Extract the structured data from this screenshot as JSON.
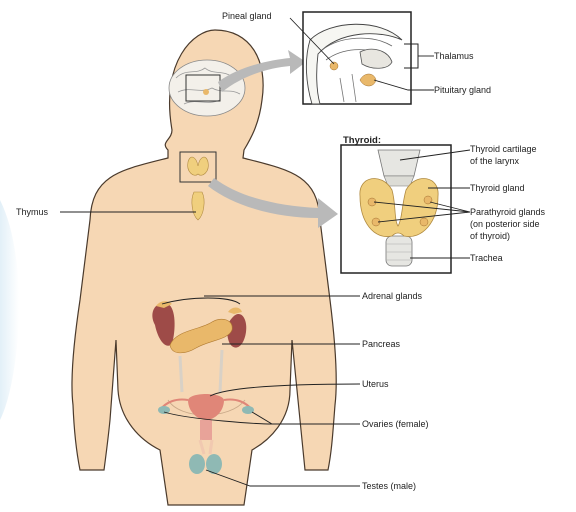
{
  "labels": {
    "pineal": "Pineal gland",
    "thalamus": "Thalamus",
    "pituitary": "Pituitary gland",
    "thyroid_heading": "Thyroid:",
    "thyroid_cartilage_1": "Thyroid cartilage",
    "thyroid_cartilage_2": "of the larynx",
    "thyroid_gland": "Thyroid gland",
    "parathyroid_1": "Parathyroid glands",
    "parathyroid_2": "(on posterior side",
    "parathyroid_3": "of thyroid)",
    "trachea": "Trachea",
    "thymus": "Thymus",
    "adrenal": "Adrenal glands",
    "pancreas": "Pancreas",
    "uterus": "Uterus",
    "ovaries": "Ovaries (female)",
    "testes": "Testes (male)"
  },
  "colors": {
    "skin": "#f6d7b4",
    "skin_outline": "#4a3a2c",
    "gland_orange": "#e9b86a",
    "gland_yellow": "#f0cf7e",
    "kidney": "#9e4b48",
    "uterus": "#e08678",
    "testes": "#8fb9b4",
    "arrow": "#b9b9b9"
  }
}
